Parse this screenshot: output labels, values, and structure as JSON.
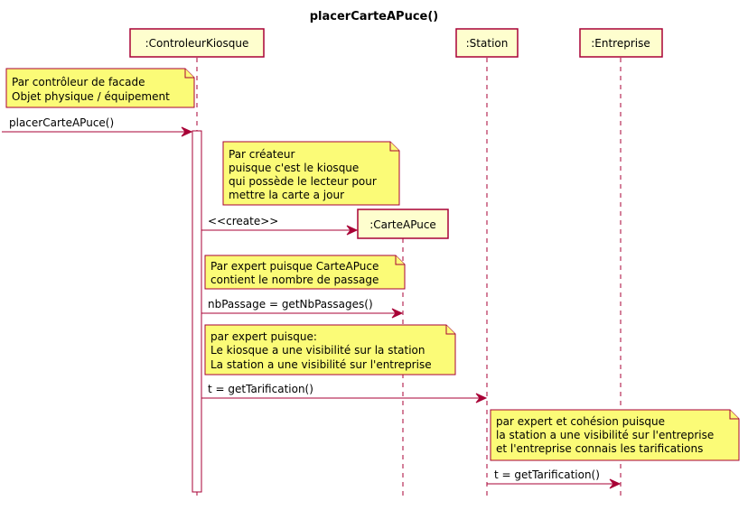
{
  "title": "placerCarteAPuce()",
  "colors": {
    "border": "#A80036",
    "participant_fill": "#FEFECE",
    "note_fill": "#FBFB77"
  },
  "participants": {
    "controleur": ":ControleurKiosque",
    "station": ":Station",
    "entreprise": ":Entreprise",
    "carte": ":CarteAPuce"
  },
  "notes": {
    "facade": [
      "Par contrôleur de facade",
      "Objet physique / équipement"
    ],
    "createur": [
      "Par créateur",
      "puisque c'est le kiosque",
      "qui possède le lecteur pour",
      "mettre la carte a jour"
    ],
    "expert_carte": [
      "Par expert puisque CarteAPuce",
      "contient le nombre de passage"
    ],
    "expert_station": [
      "par expert puisque:",
      "Le kiosque a une visibilité sur la station",
      "La station a une visibilité sur l'entreprise"
    ],
    "expert_cohesion": [
      "par expert et cohésion puisque",
      "la station a une visibilité sur l'entreprise",
      "et l'entreprise connais les tarifications"
    ]
  },
  "messages": {
    "m1": "placerCarteAPuce()",
    "m2": "<<create>>",
    "m3": "nbPassage = getNbPassages()",
    "m4": "t = getTarification()",
    "m5": "t = getTarification()"
  }
}
